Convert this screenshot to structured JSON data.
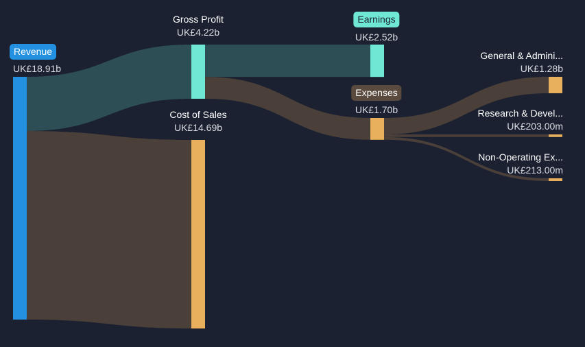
{
  "chart_data": {
    "type": "sankey",
    "currency": "UK£",
    "colors": {
      "background": "#1b2130",
      "revenue": "#2491e0",
      "profit": "#6ee8d4",
      "cost": "#e8b05d",
      "profit_flow": "#2e4e56",
      "cost_flow": "#4a4039"
    },
    "nodes": {
      "revenue": {
        "label": "Revenue",
        "value": 18.91,
        "value_label": "UK£18.91b"
      },
      "gross_profit": {
        "label": "Gross Profit",
        "value": 4.22,
        "value_label": "UK£4.22b"
      },
      "cost_of_sales": {
        "label": "Cost of Sales",
        "value": 14.69,
        "value_label": "UK£14.69b"
      },
      "earnings": {
        "label": "Earnings",
        "value": 2.52,
        "value_label": "UK£2.52b"
      },
      "expenses": {
        "label": "Expenses",
        "value": 1.7,
        "value_label": "UK£1.70b"
      },
      "general_admin": {
        "label": "General & Admini...",
        "value": 1.28,
        "value_label": "UK£1.28b"
      },
      "research_dev": {
        "label": "Research & Devel...",
        "value": 0.203,
        "value_label": "UK£203.00m"
      },
      "non_operating": {
        "label": "Non-Operating Ex...",
        "value": 0.213,
        "value_label": "UK£213.00m"
      }
    },
    "links": [
      {
        "source": "revenue",
        "target": "gross_profit",
        "value": 4.22
      },
      {
        "source": "revenue",
        "target": "cost_of_sales",
        "value": 14.69
      },
      {
        "source": "gross_profit",
        "target": "earnings",
        "value": 2.52
      },
      {
        "source": "gross_profit",
        "target": "expenses",
        "value": 1.7
      },
      {
        "source": "expenses",
        "target": "general_admin",
        "value": 1.28
      },
      {
        "source": "expenses",
        "target": "research_dev",
        "value": 0.203
      },
      {
        "source": "expenses",
        "target": "non_operating",
        "value": 0.213
      }
    ]
  }
}
